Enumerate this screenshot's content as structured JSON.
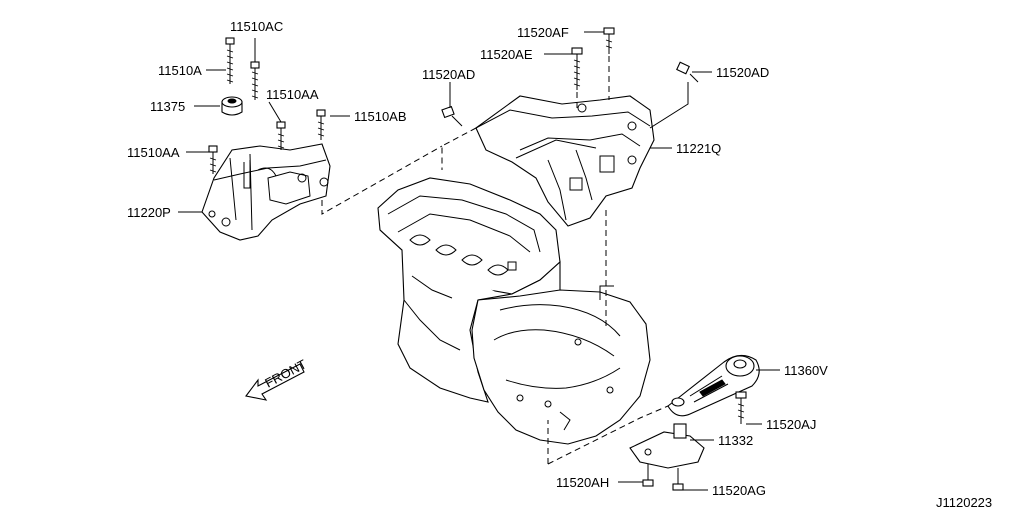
{
  "labels": {
    "p11510AC": "11510AC",
    "p11510A": "11510A",
    "p11375": "11375",
    "p11510AA_a": "11510AA",
    "p11510AB": "11510AB",
    "p11510AA_b": "11510AA",
    "p11220P": "11220P",
    "p11520AF": "11520AF",
    "p11520AE": "11520AE",
    "p11520AD_a": "11520AD",
    "p11520AD_b": "11520AD",
    "p11221Q": "11221Q",
    "p11360V": "11360V",
    "p11520AJ": "11520AJ",
    "p11332": "11332",
    "p11520AH": "11520AH",
    "p11520AG": "11520AG",
    "front": "FRONT",
    "diagram_id": "J1120223"
  }
}
